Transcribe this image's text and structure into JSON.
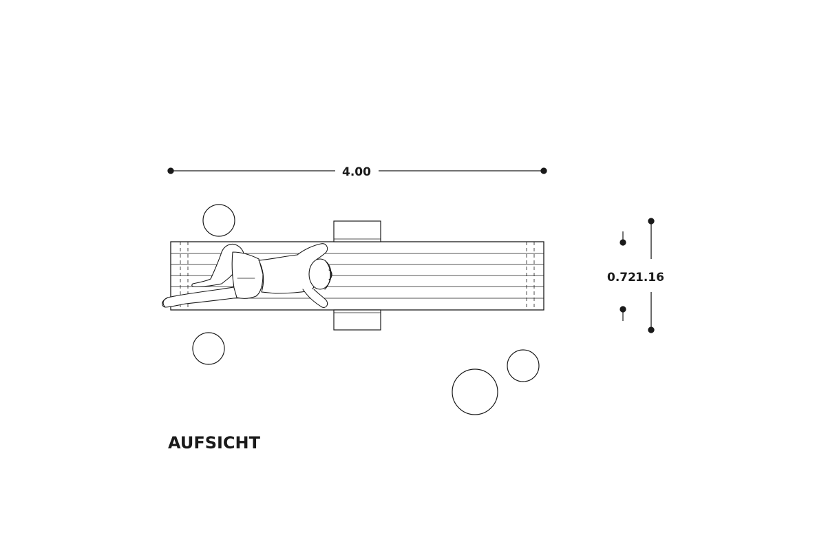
{
  "dimensions": {
    "length_label": "4.00",
    "seat_depth_label": "0.72",
    "total_depth_label": "1.16"
  },
  "title": "AUFSICHT",
  "colors": {
    "line": "#1a1a1a",
    "background": "#ffffff"
  }
}
